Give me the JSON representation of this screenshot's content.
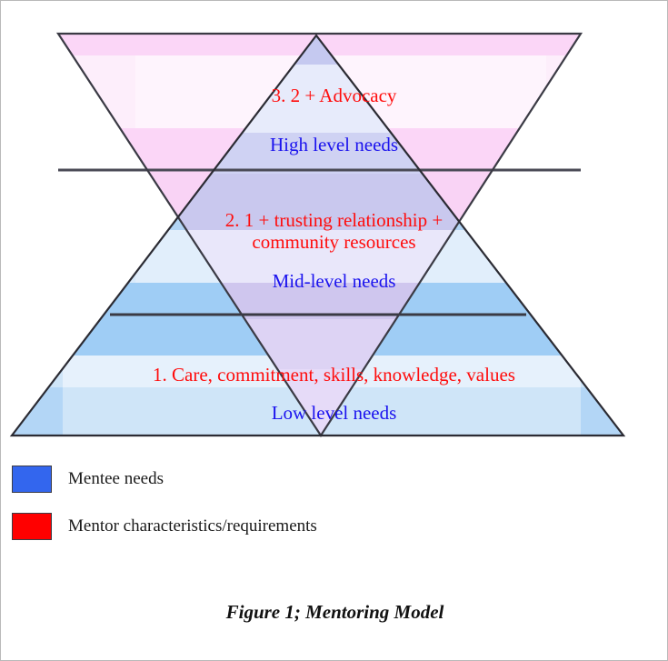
{
  "figure": {
    "caption": "Figure 1; Mentoring Model",
    "levels": [
      {
        "id": "high",
        "mentor_label": "3. 2 + Advocacy",
        "mentee_label": "High level needs"
      },
      {
        "id": "mid",
        "mentor_label": "2. 1 + trusting relationship +\ncommunity resources",
        "mentee_label": "Mid-level needs"
      },
      {
        "id": "low",
        "mentor_label": "1. Care, commitment, skills, knowledge, values",
        "mentee_label": "Low level needs"
      }
    ]
  },
  "legend": {
    "items": [
      {
        "swatch_color": "#3366ee",
        "label": "Mentee needs"
      },
      {
        "swatch_color": "#ff0000",
        "label": "Mentor characteristics/requirements"
      }
    ]
  },
  "colors": {
    "mentor_text": "#ff0c0c",
    "mentee_text": "#1b13ee",
    "pink_dark": "#fbd6f7",
    "pink_light": "#fdeefb",
    "blue_dark": "#9fcdf5",
    "blue_light": "#d8eafb",
    "overlap": "#ded9f5",
    "outline": "#3a3a44"
  },
  "chart_data": {
    "type": "diagram",
    "title": "Figure 1; Mentoring Model",
    "shape": "two overlapping triangles forming a hexagram-like mentoring model",
    "triangles": [
      {
        "name": "mentor-triangle",
        "orientation": "inverted",
        "fill": "pink",
        "meaning": "Mentor characteristics/requirements",
        "vertices": [
          [
            63,
            36
          ],
          [
            638,
            36
          ],
          [
            352,
            478
          ]
        ]
      },
      {
        "name": "mentee-triangle",
        "orientation": "upright",
        "fill": "blue",
        "meaning": "Mentee needs",
        "vertices": [
          [
            347,
            38
          ],
          [
            685,
            478
          ],
          [
            12,
            478
          ]
        ]
      }
    ],
    "dividers_y": [
      186,
      345
    ],
    "levels": [
      {
        "level": 3,
        "mentor": "3. 2 + Advocacy",
        "mentee": "High level needs"
      },
      {
        "level": 2,
        "mentor": "2. 1 + trusting relationship + community resources",
        "mentee": "Mid-level needs"
      },
      {
        "level": 1,
        "mentor": "1. Care, commitment, skills, knowledge, values",
        "mentee": "Low level needs"
      }
    ]
  }
}
